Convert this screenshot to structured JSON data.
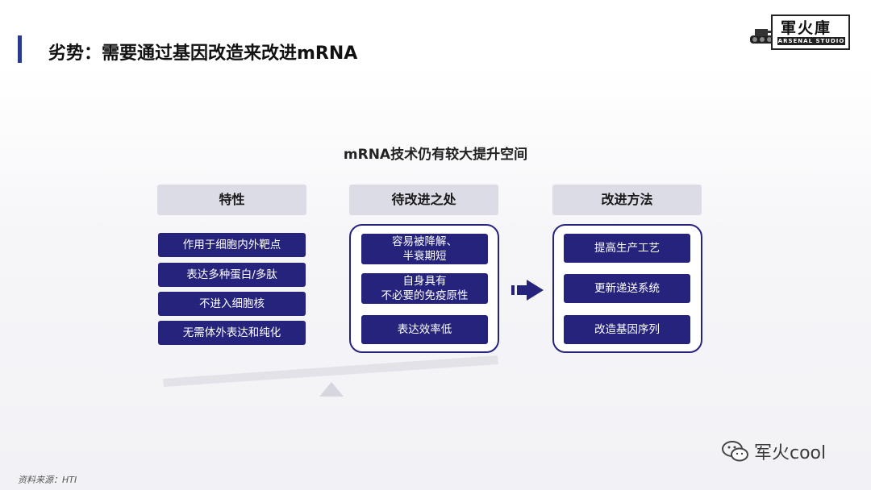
{
  "slide": {
    "title": "劣势：需要通过基因改造来改进mRNA"
  },
  "logo": {
    "main_text": "軍火庫",
    "sub_text": "ARSENAL STUDIO"
  },
  "diagram": {
    "title": "mRNA技术仍有较大提升空间",
    "columns": [
      {
        "header": "特性",
        "items": [
          "作用于细胞内外靶点",
          "表达多种蛋白/多肽",
          "不进入细胞核",
          "无需体外表达和纯化"
        ]
      },
      {
        "header": "待改进之处",
        "items": [
          {
            "line1": "容易被降解、",
            "line2": "半衰期短"
          },
          {
            "line1": "自身具有",
            "line2": "不必要的免疫原性"
          },
          {
            "line1": "表达效率低",
            "line2": ""
          }
        ]
      },
      {
        "header": "改进方法",
        "items": [
          "提高生产工艺",
          "更新递送系统",
          "改造基因序列"
        ]
      }
    ]
  },
  "footer": {
    "source": "资料来源：HTI",
    "watermark": "军火cool"
  },
  "colors": {
    "accent": "#25237c",
    "header_bg": "#dcdce6",
    "title_bar": "#2b3a8f"
  }
}
